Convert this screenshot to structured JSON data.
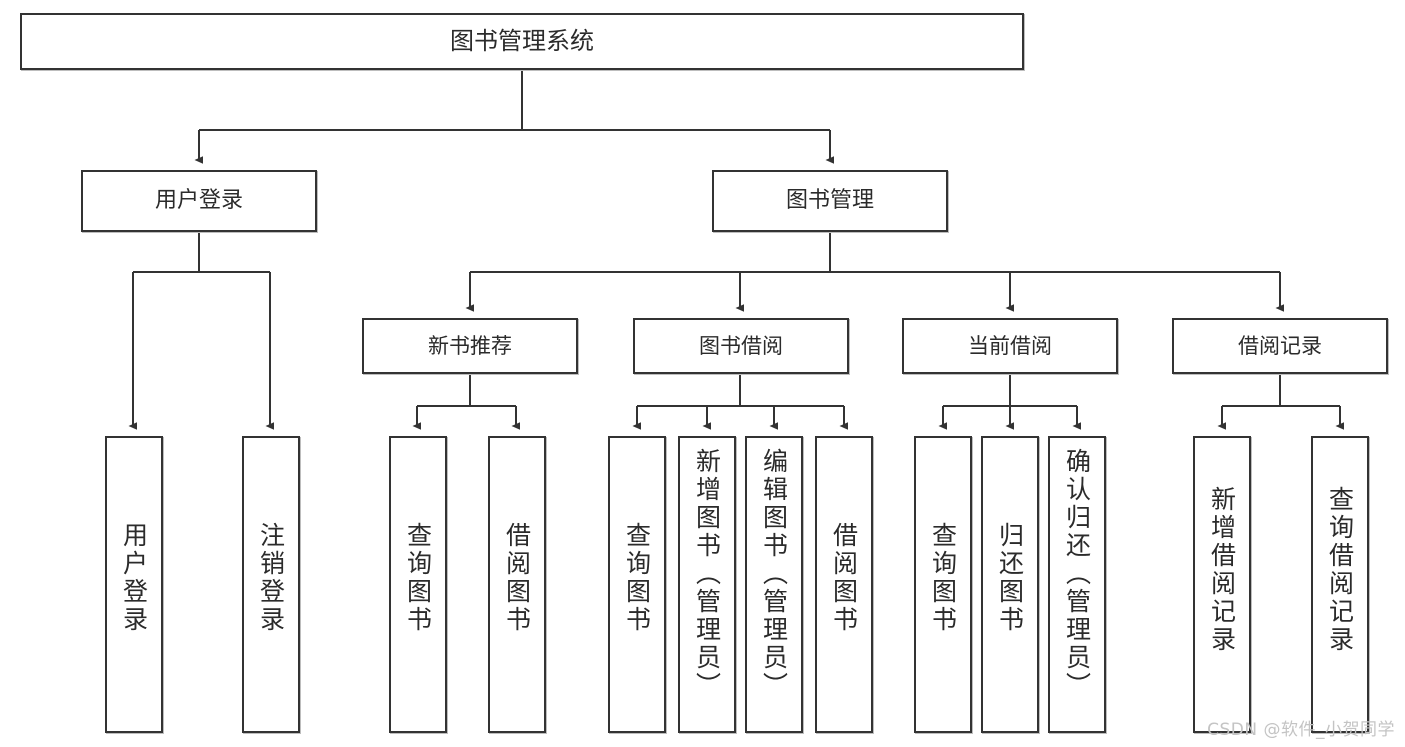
{
  "diagram": {
    "title": "图书管理系统",
    "type": "tree",
    "root": {
      "label": "图书管理系统",
      "children": [
        {
          "label": "用户登录",
          "children": [
            {
              "label": "用户登录"
            },
            {
              "label": "注销登录"
            }
          ]
        },
        {
          "label": "图书管理",
          "children": [
            {
              "label": "新书推荐",
              "children": [
                {
                  "label": "查询图书"
                },
                {
                  "label": "借阅图书"
                }
              ]
            },
            {
              "label": "图书借阅",
              "children": [
                {
                  "label": "查询图书"
                },
                {
                  "label": "新增图书（管理员）"
                },
                {
                  "label": "编辑图书（管理员）"
                },
                {
                  "label": "借阅图书"
                }
              ]
            },
            {
              "label": "当前借阅",
              "children": [
                {
                  "label": "查询图书"
                },
                {
                  "label": "归还图书"
                },
                {
                  "label": "确认归还（管理员）"
                }
              ]
            },
            {
              "label": "借阅记录",
              "children": [
                {
                  "label": "新增借阅记录"
                },
                {
                  "label": "查询借阅记录"
                }
              ]
            }
          ]
        }
      ]
    }
  },
  "style": {
    "box_border_color": "#333333",
    "box_fill_color": "#ffffff",
    "connector_color": "#333333",
    "text_color": "#2b2b2b",
    "background_color": "#ffffff",
    "watermark_color": "#c4c4c4"
  },
  "watermark": {
    "text": "CSDN @软件_小贺同学"
  }
}
